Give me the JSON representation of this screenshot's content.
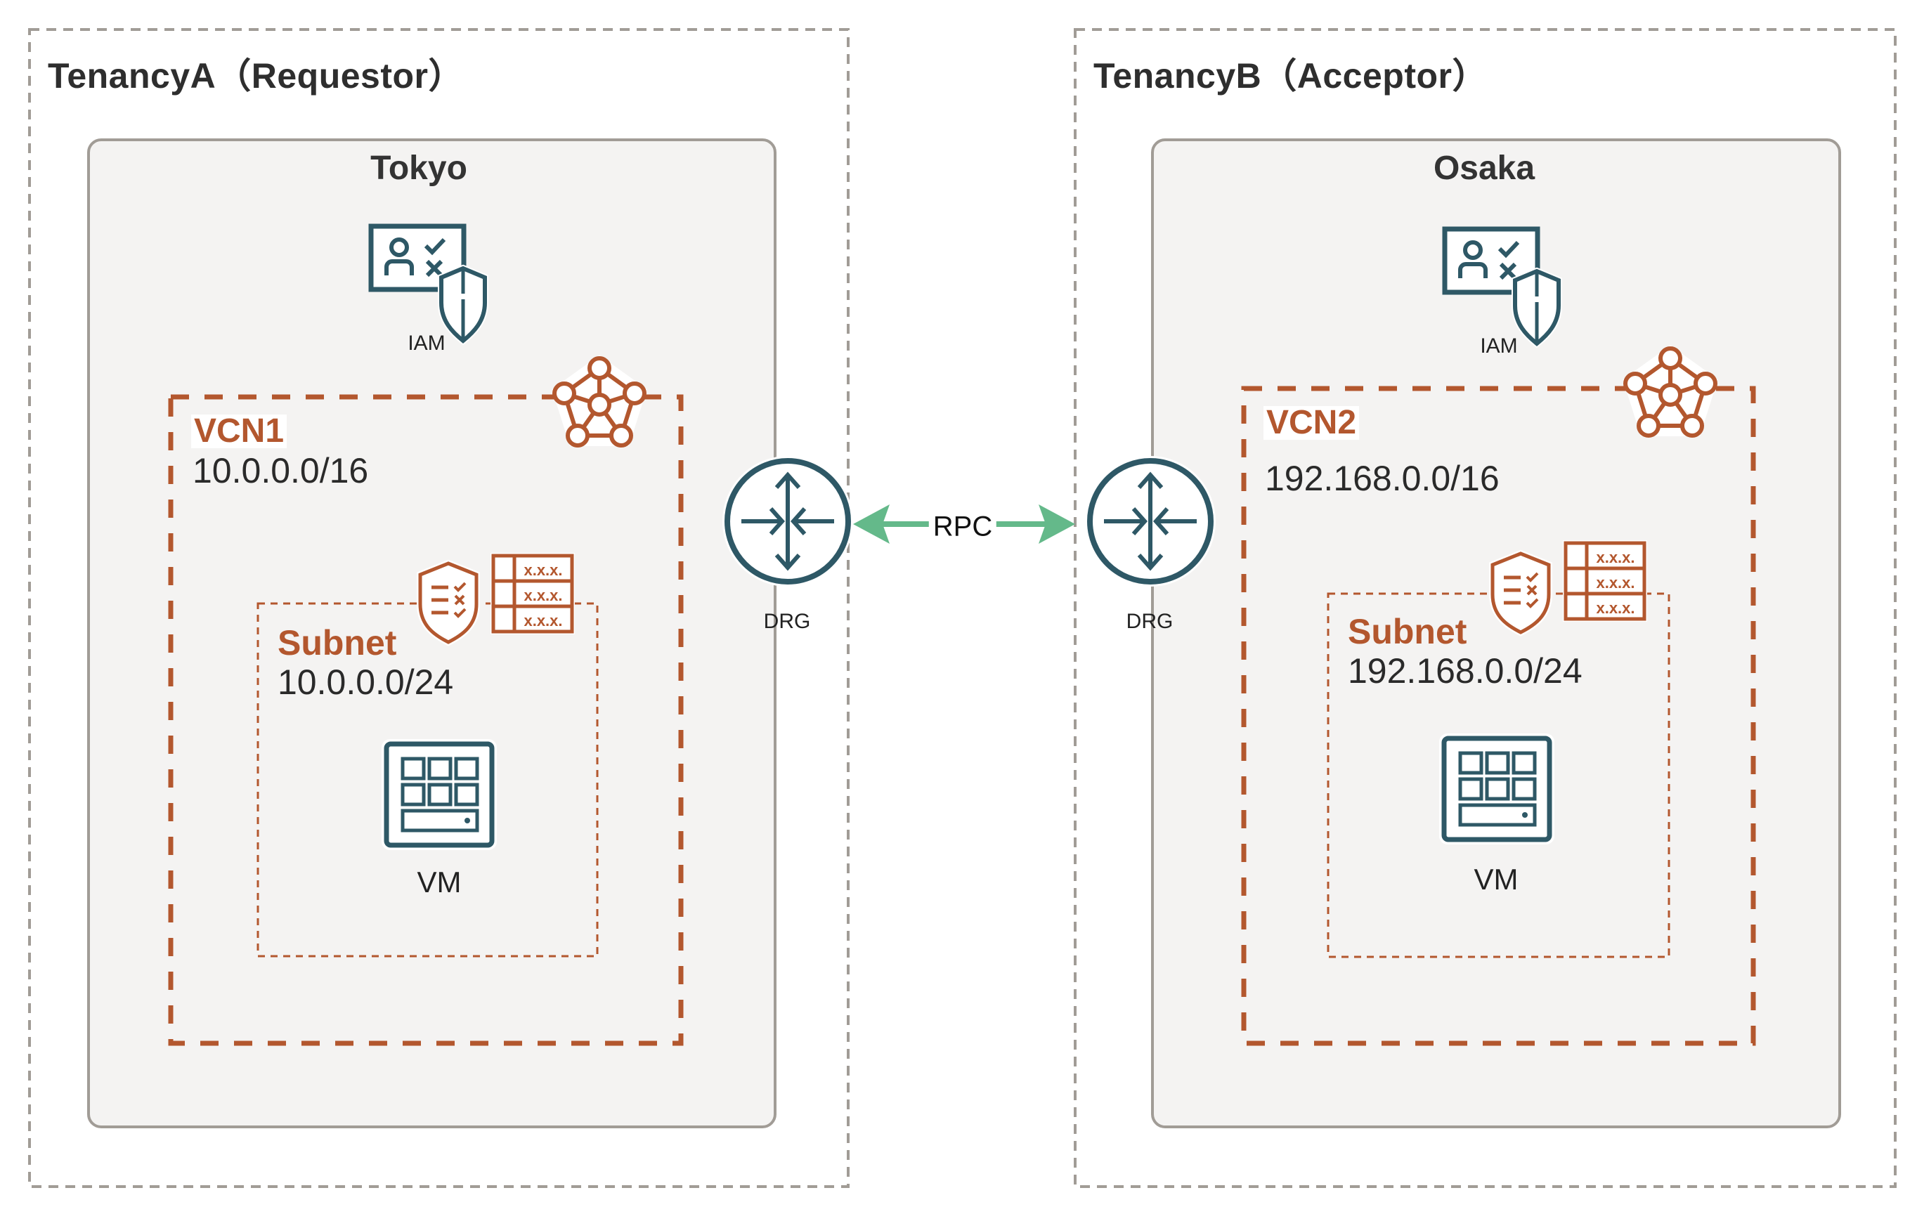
{
  "colors": {
    "teal": "#2e5866",
    "orange": "#b3572e",
    "green": "#64b98a",
    "region_bg": "#f4f3f2",
    "region_border": "#a19c96",
    "tenancy_border": "#a19c96"
  },
  "tenancies": [
    {
      "title": "TenancyA（Requestor）",
      "region": {
        "name": "Tokyo",
        "iam": {
          "icon": "iam-icon",
          "label": "IAM"
        },
        "vcn": {
          "label": "VCN1",
          "cidr": "10.0.0.0/16",
          "icon": "vcn-network-icon",
          "subnet": {
            "label": "Subnet",
            "cidr": "10.0.0.0/24",
            "security_list_icon": "security-list-icon",
            "route_table_icon": "route-table-icon",
            "route_table_rows": [
              "x.x.x.",
              "x.x.x.",
              "x.x.x."
            ],
            "vm": {
              "icon": "vm-compute-icon",
              "label": "VM"
            }
          }
        }
      },
      "drg": {
        "icon": "drg-router-icon",
        "label": "DRG"
      }
    },
    {
      "title": "TenancyB（Acceptor）",
      "region": {
        "name": "Osaka",
        "iam": {
          "icon": "iam-icon",
          "label": "IAM"
        },
        "vcn": {
          "label": "VCN2",
          "cidr": "192.168.0.0/16",
          "icon": "vcn-network-icon",
          "subnet": {
            "label": "Subnet",
            "cidr": "192.168.0.0/24",
            "security_list_icon": "security-list-icon",
            "route_table_icon": "route-table-icon",
            "route_table_rows": [
              "x.x.x.",
              "x.x.x.",
              "x.x.x."
            ],
            "vm": {
              "icon": "vm-compute-icon",
              "label": "VM"
            }
          }
        }
      },
      "drg": {
        "icon": "drg-router-icon",
        "label": "DRG"
      }
    }
  ],
  "connection": {
    "label": "RPC",
    "type": "bidirectional-arrow"
  }
}
